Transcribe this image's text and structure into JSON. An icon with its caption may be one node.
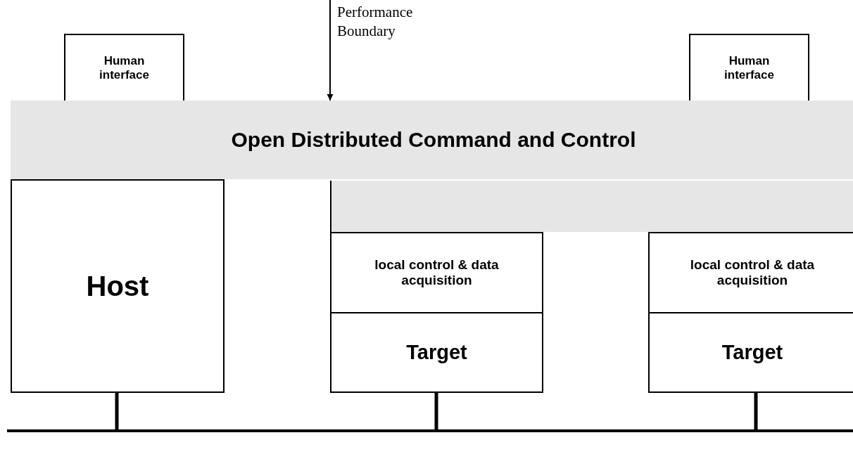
{
  "diagram": {
    "nodes": [
      {
        "text": [
          "Human interface"
        ]
      },
      {
        "text": [
          "Human interface"
        ]
      },
      {
        "text": [
          "Open Distributed Command and Control"
        ]
      },
      {
        "text": [],
        "shape": "box"
      },
      {
        "text": [
          "Host"
        ]
      },
      {
        "text": [
          "local control & data acquisition"
        ]
      },
      {
        "text": [
          "Target"
        ]
      },
      {
        "text": [
          "local control & data acquisition"
        ]
      },
      {
        "text": [
          "Target"
        ]
      },
      {
        "text": [],
        "shape": "bar"
      }
    ],
    "edges": [
      {
        "from": null,
        "to": 2,
        "arrow": "to",
        "label": "Performance Boundary"
      },
      {
        "from": 4,
        "to": 9,
        "arrow": "none"
      },
      {
        "from": 6,
        "to": 9,
        "arrow": "none"
      },
      {
        "from": 8,
        "to": 9,
        "arrow": "none"
      }
    ]
  }
}
